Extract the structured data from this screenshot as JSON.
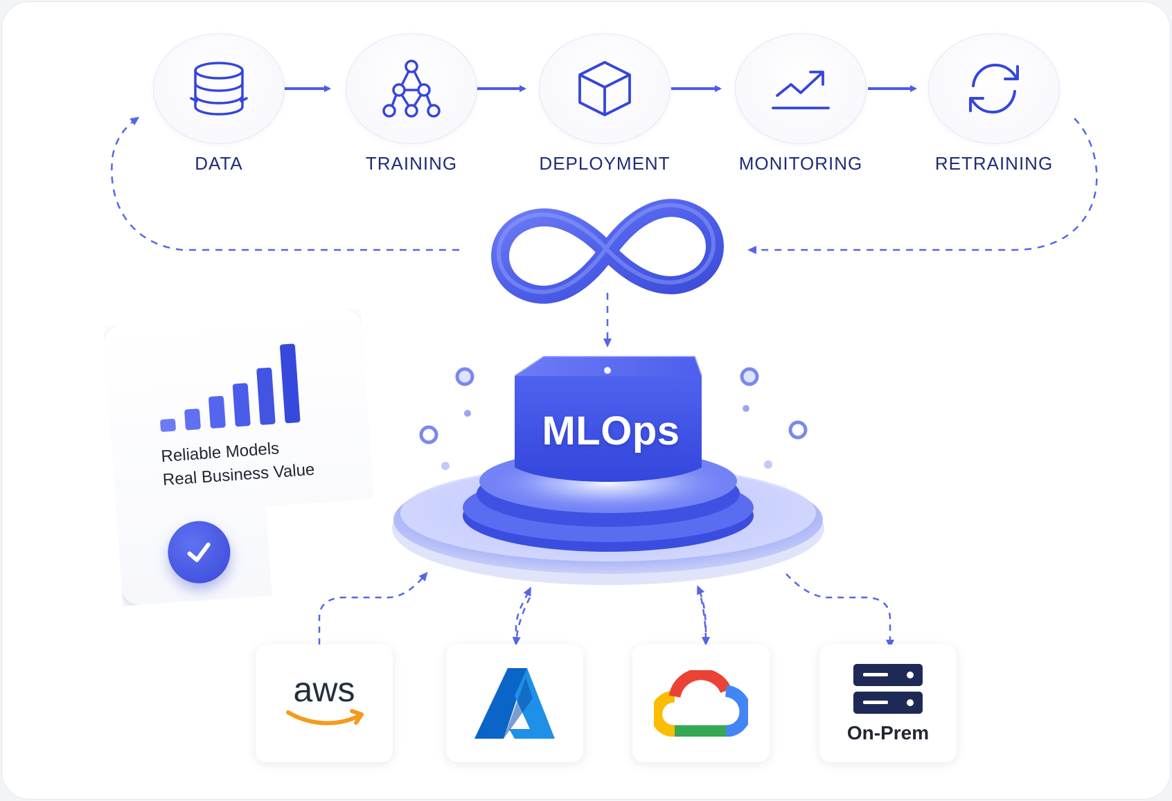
{
  "stages": [
    {
      "label": "DATA",
      "icon": "database-icon"
    },
    {
      "label": "TRAINING",
      "icon": "network-nodes-icon"
    },
    {
      "label": "DEPLOYMENT",
      "icon": "cube-icon"
    },
    {
      "label": "MONITORING",
      "icon": "trend-up-icon"
    },
    {
      "label": "RETRAINING",
      "icon": "refresh-cycle-icon"
    }
  ],
  "core": {
    "label": "MLOps",
    "loop_icon": "infinity-icon"
  },
  "value_card": {
    "line1": "Reliable Models",
    "line2": "Real Business Value",
    "chart_icon": "bar-chart-icon",
    "badge_icon": "checkmark-icon"
  },
  "providers": [
    {
      "name": "aws",
      "icon": "aws-logo"
    },
    {
      "name": "",
      "icon": "azure-logo"
    },
    {
      "name": "",
      "icon": "google-cloud-logo"
    },
    {
      "name": "On-Prem",
      "icon": "server-rack-icon"
    }
  ],
  "colors": {
    "accent": "#4a5ce8",
    "accent_dark": "#2f3fcf",
    "label_text": "#1f2c78",
    "aws_orange": "#f59b1c",
    "aws_text": "#232f3e",
    "server_navy": "#1e2a55"
  }
}
